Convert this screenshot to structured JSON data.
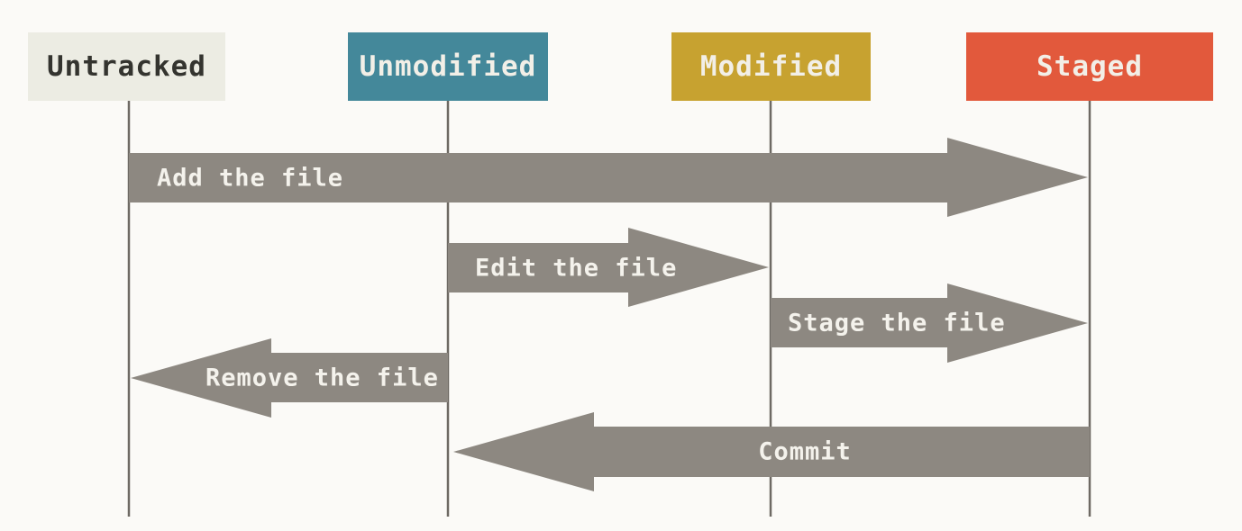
{
  "colors": {
    "background": "#fbfaf7",
    "untracked_box": "#ecece3",
    "untracked_text": "#34342f",
    "unmodified_box": "#44889a",
    "modified_box": "#c7a230",
    "staged_box": "#e2593c",
    "box_text_light": "#f2efe7",
    "arrow": "#8d8881",
    "arrow_text": "#f4f2ec",
    "lifeline": "#6e6a64"
  },
  "columns": [
    {
      "id": "untracked",
      "label": "Untracked"
    },
    {
      "id": "unmodified",
      "label": "Unmodified"
    },
    {
      "id": "modified",
      "label": "Modified"
    },
    {
      "id": "staged",
      "label": "Staged"
    }
  ],
  "transitions": [
    {
      "label": "Add the file",
      "from": "untracked",
      "to": "staged",
      "direction": "right"
    },
    {
      "label": "Edit the file",
      "from": "unmodified",
      "to": "modified",
      "direction": "right"
    },
    {
      "label": "Stage the file",
      "from": "modified",
      "to": "staged",
      "direction": "right"
    },
    {
      "label": "Remove the file",
      "from": "unmodified",
      "to": "untracked",
      "direction": "left"
    },
    {
      "label": "Commit",
      "from": "staged",
      "to": "unmodified",
      "direction": "left"
    }
  ]
}
